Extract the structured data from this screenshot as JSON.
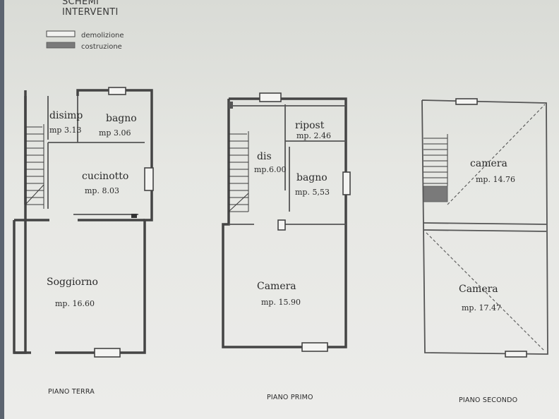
{
  "header": {
    "title_partial": "SCHEMI",
    "title": "INTERVENTI"
  },
  "legend": {
    "items": [
      {
        "label": "demolizione",
        "swatch": "#f2f2f0"
      },
      {
        "label": "costruzione",
        "swatch": "#7a7a7a"
      }
    ]
  },
  "floors": [
    {
      "label": "PIANO TERRA",
      "rooms": [
        {
          "name": "disimp",
          "area": "mp 3.13"
        },
        {
          "name": "bagno",
          "area": "mp 3.06"
        },
        {
          "name": "cucinotto",
          "area": "mp. 8.03"
        },
        {
          "name": "Soggiorno",
          "area": "mp. 16.60"
        }
      ]
    },
    {
      "label": "PIANO PRIMO",
      "rooms": [
        {
          "name": "ripost",
          "area": "mp. 2.46"
        },
        {
          "name": "dis",
          "area": "mp.6.00"
        },
        {
          "name": "bagno",
          "area": "mp. 5,53"
        },
        {
          "name": "Camera",
          "area": "mp. 15.90"
        }
      ]
    },
    {
      "label": "PIANO SECONDO",
      "rooms": [
        {
          "name": "camera",
          "area": "mp. 14.76"
        },
        {
          "name": "Camera",
          "area": "mp. 17.47"
        }
      ]
    }
  ]
}
